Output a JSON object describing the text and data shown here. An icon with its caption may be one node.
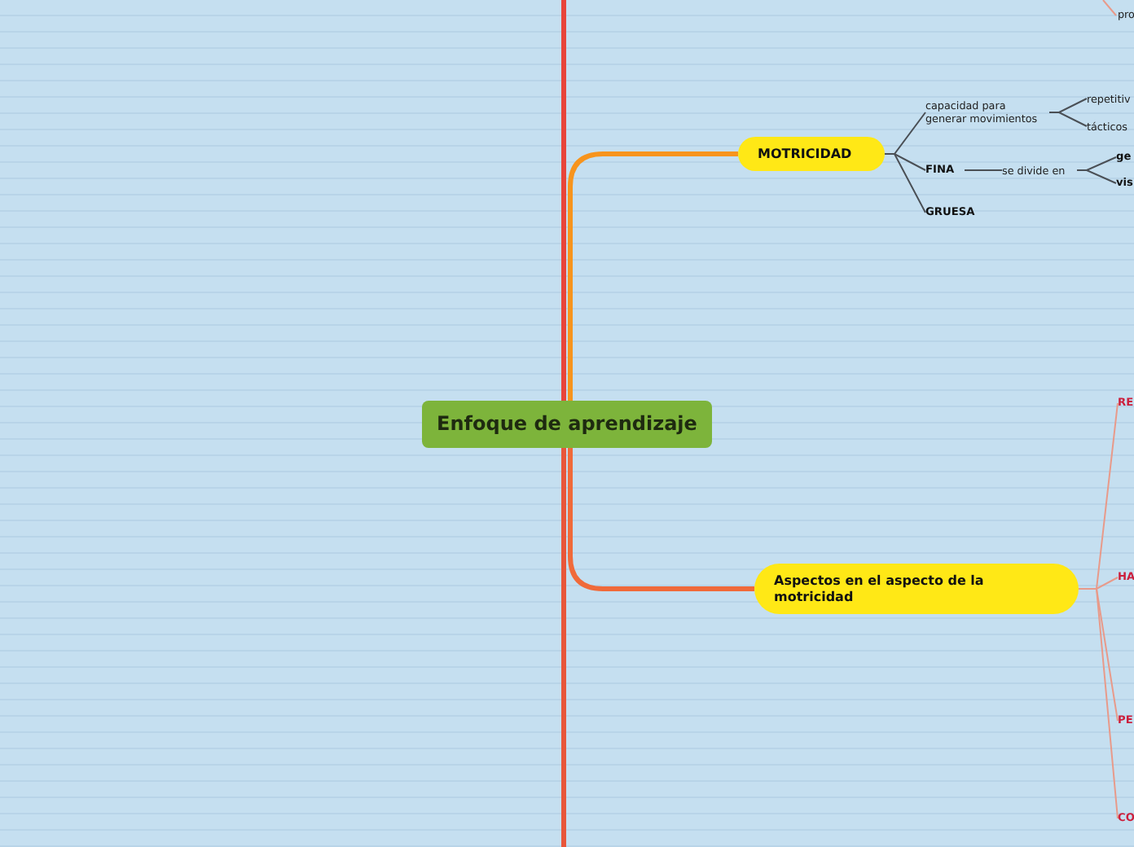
{
  "diagram": {
    "nodes": [
      {
        "text": [
          "Enfoque de aprendizaje"
        ]
      },
      {
        "text": [
          "MOTRICIDAD"
        ]
      },
      {
        "text": [
          "capacidad para generar movimientos"
        ]
      },
      {
        "text": [
          "repetitiv"
        ]
      },
      {
        "text": [
          "tácticos"
        ]
      },
      {
        "text": [
          "FINA"
        ]
      },
      {
        "text": [
          "se divide en"
        ]
      },
      {
        "text": [
          "ge"
        ]
      },
      {
        "text": [
          "vis"
        ]
      },
      {
        "text": [
          "GRUESA"
        ]
      },
      {
        "text": [
          "Aspectos en el aspecto de la motricidad"
        ]
      },
      {
        "text": [
          "RE"
        ]
      },
      {
        "text": [
          "HA"
        ]
      },
      {
        "text": [
          "PE"
        ]
      },
      {
        "text": [
          "CO"
        ]
      },
      {
        "text": [
          "pro"
        ]
      }
    ],
    "edges": [
      {
        "from": 0,
        "to": null,
        "arrow": "none",
        "style": "thick",
        "color": "#e8443a"
      },
      {
        "from": 0,
        "to": 1,
        "arrow": "none",
        "style": "thick",
        "color": "#f7941d"
      },
      {
        "from": 0,
        "to": null,
        "arrow": "none",
        "style": "thick",
        "color": "#e8563a"
      },
      {
        "from": 0,
        "to": 10,
        "arrow": "none",
        "style": "thick",
        "color": "#f06a3a"
      },
      {
        "from": null,
        "to": 15,
        "arrow": "none",
        "color": "#e89a8a"
      },
      {
        "from": 1,
        "to": 2,
        "arrow": "none"
      },
      {
        "from": 1,
        "to": 5,
        "arrow": "none"
      },
      {
        "from": 1,
        "to": 9,
        "arrow": "none"
      },
      {
        "from": 2,
        "to": 3,
        "arrow": "none"
      },
      {
        "from": 2,
        "to": 4,
        "arrow": "none"
      },
      {
        "from": 5,
        "to": 6,
        "arrow": "none"
      },
      {
        "from": 6,
        "to": 7,
        "arrow": "none"
      },
      {
        "from": 6,
        "to": 8,
        "arrow": "none"
      },
      {
        "from": 10,
        "to": 11,
        "arrow": "none",
        "color": "#e89a8a"
      },
      {
        "from": 10,
        "to": 12,
        "arrow": "none",
        "color": "#e89a8a"
      },
      {
        "from": 10,
        "to": 13,
        "arrow": "none",
        "color": "#e89a8a"
      },
      {
        "from": 10,
        "to": 14,
        "arrow": "none",
        "color": "#e89a8a"
      }
    ]
  }
}
